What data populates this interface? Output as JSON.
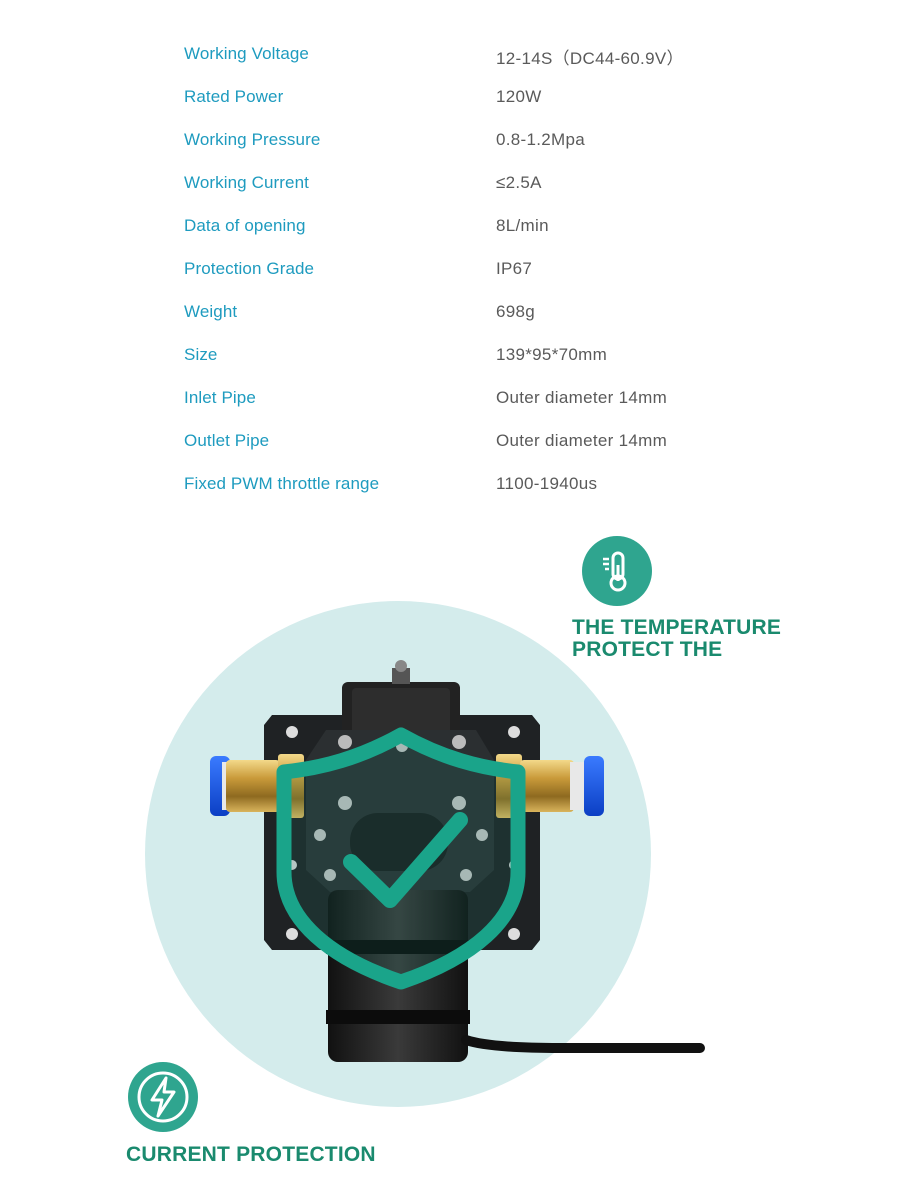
{
  "specs": [
    {
      "label": "Working Voltage",
      "value": "12-14S（DC44-60.9V）"
    },
    {
      "label": "Rated Power",
      "value": "120W"
    },
    {
      "label": "Working Pressure",
      "value": "0.8-1.2Mpa"
    },
    {
      "label": "Working Current",
      "value": "≤2.5A"
    },
    {
      "label": "Data of opening",
      "value": "8L/min"
    },
    {
      "label": "Protection Grade",
      "value": "IP67"
    },
    {
      "label": "Weight",
      "value": "698g"
    },
    {
      "label": "Size",
      "value": "139*95*70mm"
    },
    {
      "label": "Inlet Pipe",
      "value": "Outer diameter 14mm"
    },
    {
      "label": "Outlet Pipe",
      "value": "Outer diameter 14mm"
    },
    {
      "label": "Fixed PWM throttle range",
      "value": "1100-1940us"
    }
  ],
  "features": {
    "temperature": {
      "line1": "THE TEMPERATURE",
      "line2": "PROTECT THE",
      "icon": "thermometer-icon"
    },
    "current": {
      "title": "CURRENT PROTECTION",
      "icon": "lightning-icon"
    }
  },
  "colors": {
    "label": "#1e9bbf",
    "value": "#5a5a5a",
    "feature_title": "#1a8a6e",
    "badge": "#2fa58f",
    "halo": "#d4ecec",
    "shield": "#1aa48a"
  }
}
